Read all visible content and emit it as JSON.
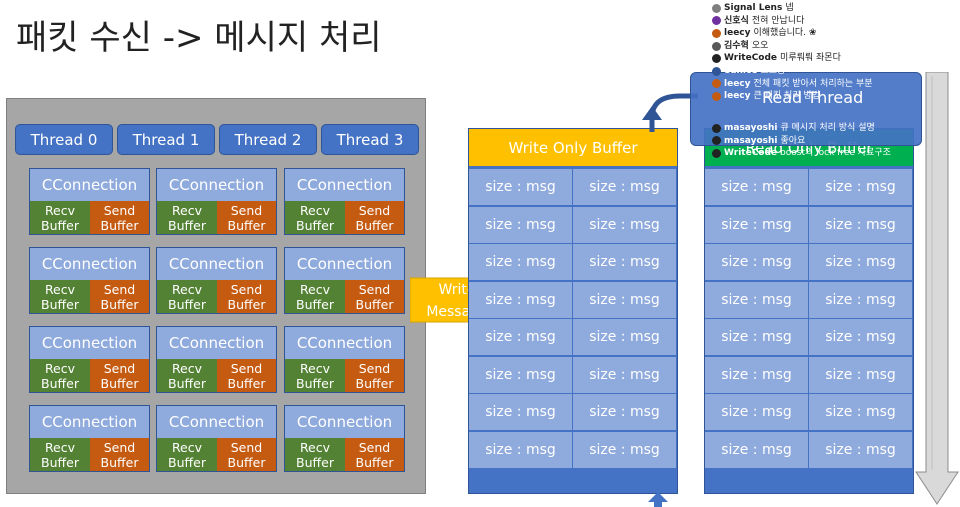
{
  "title": "패킷 수신 -> 메시지 처리",
  "threads": [
    "Thread 0",
    "Thread 1",
    "Thread 2",
    "Thread 3"
  ],
  "connection": {
    "label": "CConnection",
    "recv": "Recv\nBuffer",
    "send": "Send\nBuffer"
  },
  "arrow": {
    "label": "Write\nMessage"
  },
  "write_buffer": {
    "title": "Write Only Buffer",
    "cell": "size : msg"
  },
  "read_buffer": {
    "title": "Read Only Buffer",
    "cell": "size : msg"
  },
  "read_thread": {
    "title": "Read Thread"
  },
  "chat": [
    {
      "name": "Signal Lens",
      "text": "넵",
      "color": "#7f7f7f"
    },
    {
      "name": "신호식",
      "text": "전혀 안납니다",
      "color": "#7030a0"
    },
    {
      "name": "leecy",
      "text": "이해했습니다. ❀",
      "color": "#c55a11"
    },
    {
      "name": "김수혁",
      "text": "오오",
      "color": "#595959"
    },
    {
      "name": "WriteCode",
      "text": "미루뤄뤄 좌몬다",
      "color": "#222222"
    },
    {
      "name": "eunice",
      "text": "오오옹",
      "color": "#2f5597"
    },
    {
      "name": "leecy",
      "text": "전체 패킷 받아서 처리하는 부분",
      "color": "#c55a11"
    },
    {
      "name": "leecy",
      "text": "큰 패킷 처리 방법",
      "color": "#c55a11"
    }
  ],
  "chat_overlay": [
    {
      "name": "masayoshi",
      "text": "큐 메시지 처리 방식 설명"
    },
    {
      "name": "masayoshi",
      "text": "좋아요"
    },
    {
      "name": "WriteCode",
      "text": "boost의 lock free 자료구조"
    }
  ],
  "colors": {
    "panel": "#a6a6a6",
    "thread": "#4472c4",
    "conn": "#8faadc",
    "recv": "#548235",
    "send": "#c55a11",
    "arrow": "#ffc000",
    "write_header": "#ffc000",
    "read_header": "#00b050",
    "buffer": "#4472c4"
  }
}
